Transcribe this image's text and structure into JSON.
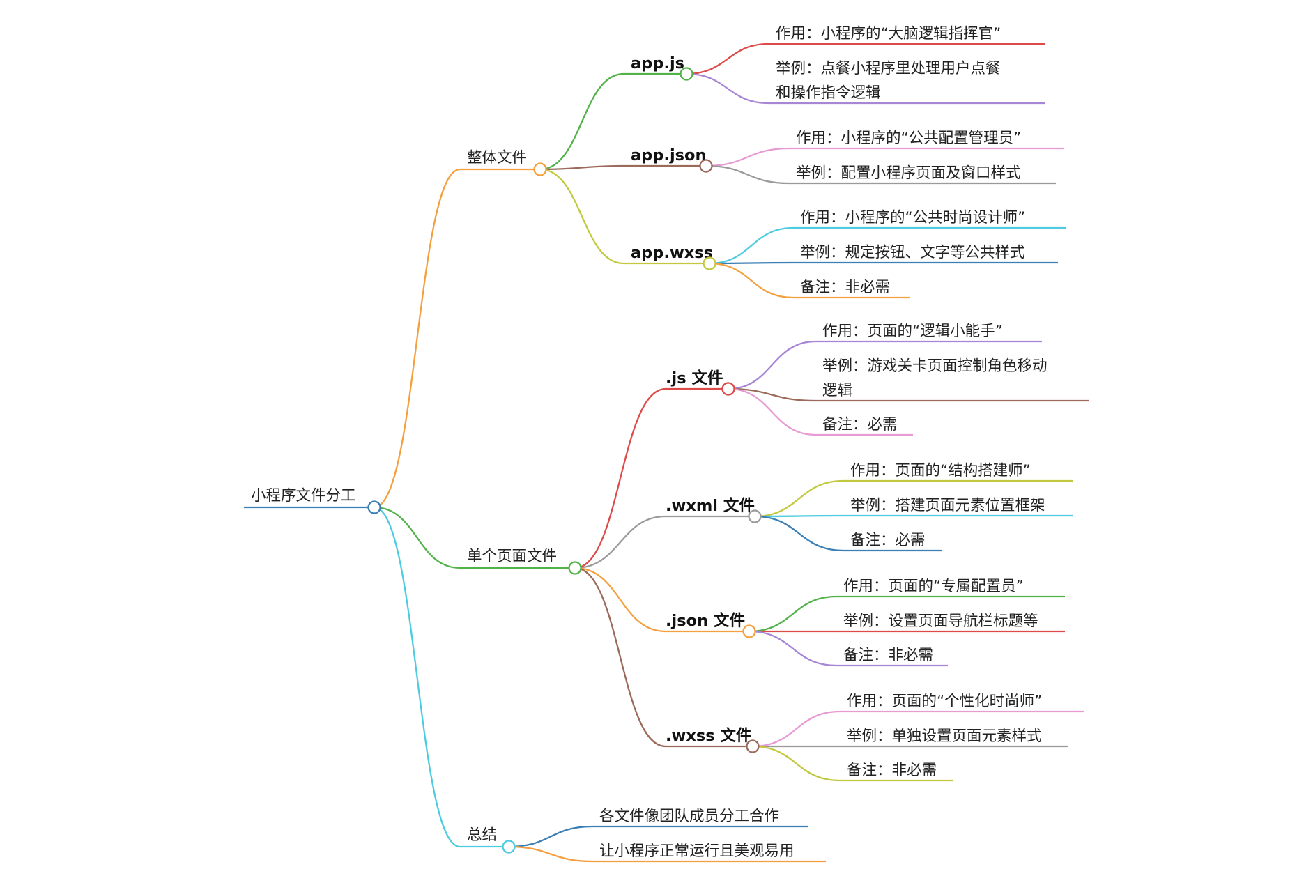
{
  "colors": {
    "blue": "#3a7fb5",
    "orange": "#f4a03f",
    "green": "#52b24a",
    "cyan": "#4dcbe0",
    "red": "#dd4a4a",
    "purple": "#a886d6",
    "pink": "#e89ad3",
    "gray": "#9a9a9a",
    "olive": "#c2c93f",
    "brown": "#9b6a5a"
  },
  "root": {
    "label": "小程序文件分工",
    "color": "blue"
  },
  "sections": [
    {
      "label": "整体文件",
      "color": "orange",
      "children": [
        {
          "label": "app.js",
          "color": "green",
          "items": [
            {
              "lines": [
                "作用：小程序的“大脑逻辑指挥官”"
              ],
              "color": "red"
            },
            {
              "lines": [
                "举例：点餐小程序里处理用户点餐",
                "和操作指令逻辑"
              ],
              "color": "purple"
            }
          ]
        },
        {
          "label": "app.json",
          "color": "brown",
          "items": [
            {
              "lines": [
                "作用：小程序的“公共配置管理员”"
              ],
              "color": "pink"
            },
            {
              "lines": [
                "举例：配置小程序页面及窗口样式"
              ],
              "color": "gray"
            }
          ]
        },
        {
          "label": "app.wxss",
          "color": "olive",
          "items": [
            {
              "lines": [
                "作用：小程序的“公共时尚设计师”"
              ],
              "color": "cyan"
            },
            {
              "lines": [
                "举例：规定按钮、文字等公共样式"
              ],
              "color": "blue"
            },
            {
              "lines": [
                "备注：非必需"
              ],
              "color": "orange"
            }
          ]
        }
      ]
    },
    {
      "label": "单个页面文件",
      "color": "green",
      "children": [
        {
          "label": ".js 文件",
          "color": "red",
          "items": [
            {
              "lines": [
                "作用：页面的“逻辑小能手”"
              ],
              "color": "purple"
            },
            {
              "lines": [
                "举例：游戏关卡页面控制角色移动",
                "逻辑"
              ],
              "color": "brown"
            },
            {
              "lines": [
                "备注：必需"
              ],
              "color": "pink"
            }
          ]
        },
        {
          "label": ".wxml 文件",
          "color": "gray",
          "items": [
            {
              "lines": [
                "作用：页面的“结构搭建师”"
              ],
              "color": "olive"
            },
            {
              "lines": [
                "举例：搭建页面元素位置框架"
              ],
              "color": "cyan"
            },
            {
              "lines": [
                "备注：必需"
              ],
              "color": "blue"
            }
          ]
        },
        {
          "label": ".json 文件",
          "color": "orange",
          "items": [
            {
              "lines": [
                "作用：页面的“专属配置员”"
              ],
              "color": "green"
            },
            {
              "lines": [
                "举例：设置页面导航栏标题等"
              ],
              "color": "red"
            },
            {
              "lines": [
                "备注：非必需"
              ],
              "color": "purple"
            }
          ]
        },
        {
          "label": ".wxss 文件",
          "color": "brown",
          "items": [
            {
              "lines": [
                "作用：页面的“个性化时尚师”"
              ],
              "color": "pink"
            },
            {
              "lines": [
                "举例：单独设置页面元素样式"
              ],
              "color": "gray"
            },
            {
              "lines": [
                "备注：非必需"
              ],
              "color": "olive"
            }
          ]
        }
      ]
    },
    {
      "label": "总结",
      "color": "cyan",
      "children": [
        {
          "label": "各文件像团队成员分工合作",
          "color": "blue",
          "items": []
        },
        {
          "label": "让小程序正常运行且美观易用",
          "color": "orange",
          "items": []
        }
      ]
    }
  ]
}
